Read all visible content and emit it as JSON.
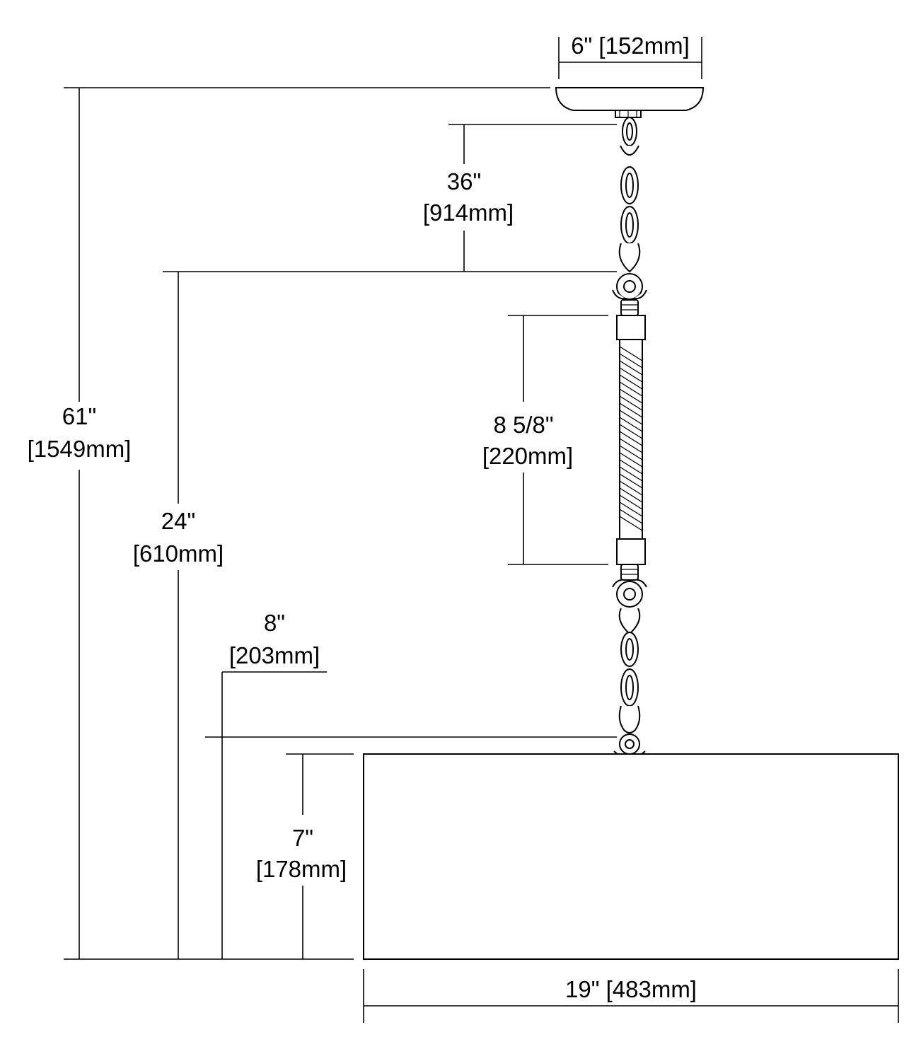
{
  "diagram": {
    "canopy_width": "6\" [152mm]",
    "chain_length_in": "36\"",
    "chain_length_mm": "[914mm]",
    "overall_height_in": "61\"",
    "overall_height_mm": "[1549mm]",
    "rod_length_in": "8 5/8\"",
    "rod_length_mm": "[220mm]",
    "fixture_height_in": "24\"",
    "fixture_height_mm": "[610mm]",
    "shade_drop_in": "8\"",
    "shade_drop_mm": "[203mm]",
    "shade_height_in": "7\"",
    "shade_height_mm": "[178mm]",
    "shade_width": "19\" [483mm]"
  }
}
